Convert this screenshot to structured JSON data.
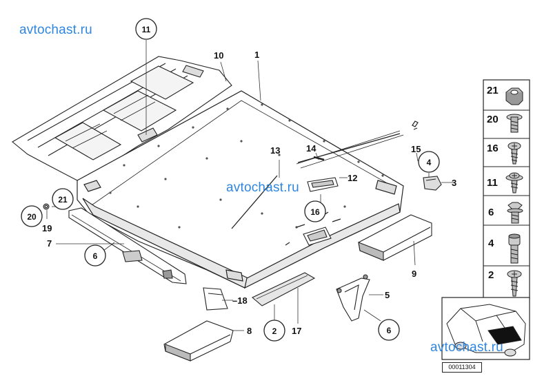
{
  "watermark": "avtochast.ru",
  "diagram_number": "00011304",
  "labels": {
    "l1": "1",
    "l2": "2",
    "l3": "3",
    "l4": "4",
    "l5": "5",
    "l6": "6",
    "l7": "7",
    "l8": "8",
    "l9": "9",
    "l10": "10",
    "l11": "11",
    "l12": "12",
    "l13": "13",
    "l14": "14",
    "l15": "15",
    "l16": "16",
    "l17": "17",
    "l18": "–18",
    "l19": "19",
    "l20": "20",
    "l21": "21"
  },
  "legend": [
    "21",
    "20",
    "16",
    "11",
    "6",
    "4",
    "2"
  ]
}
